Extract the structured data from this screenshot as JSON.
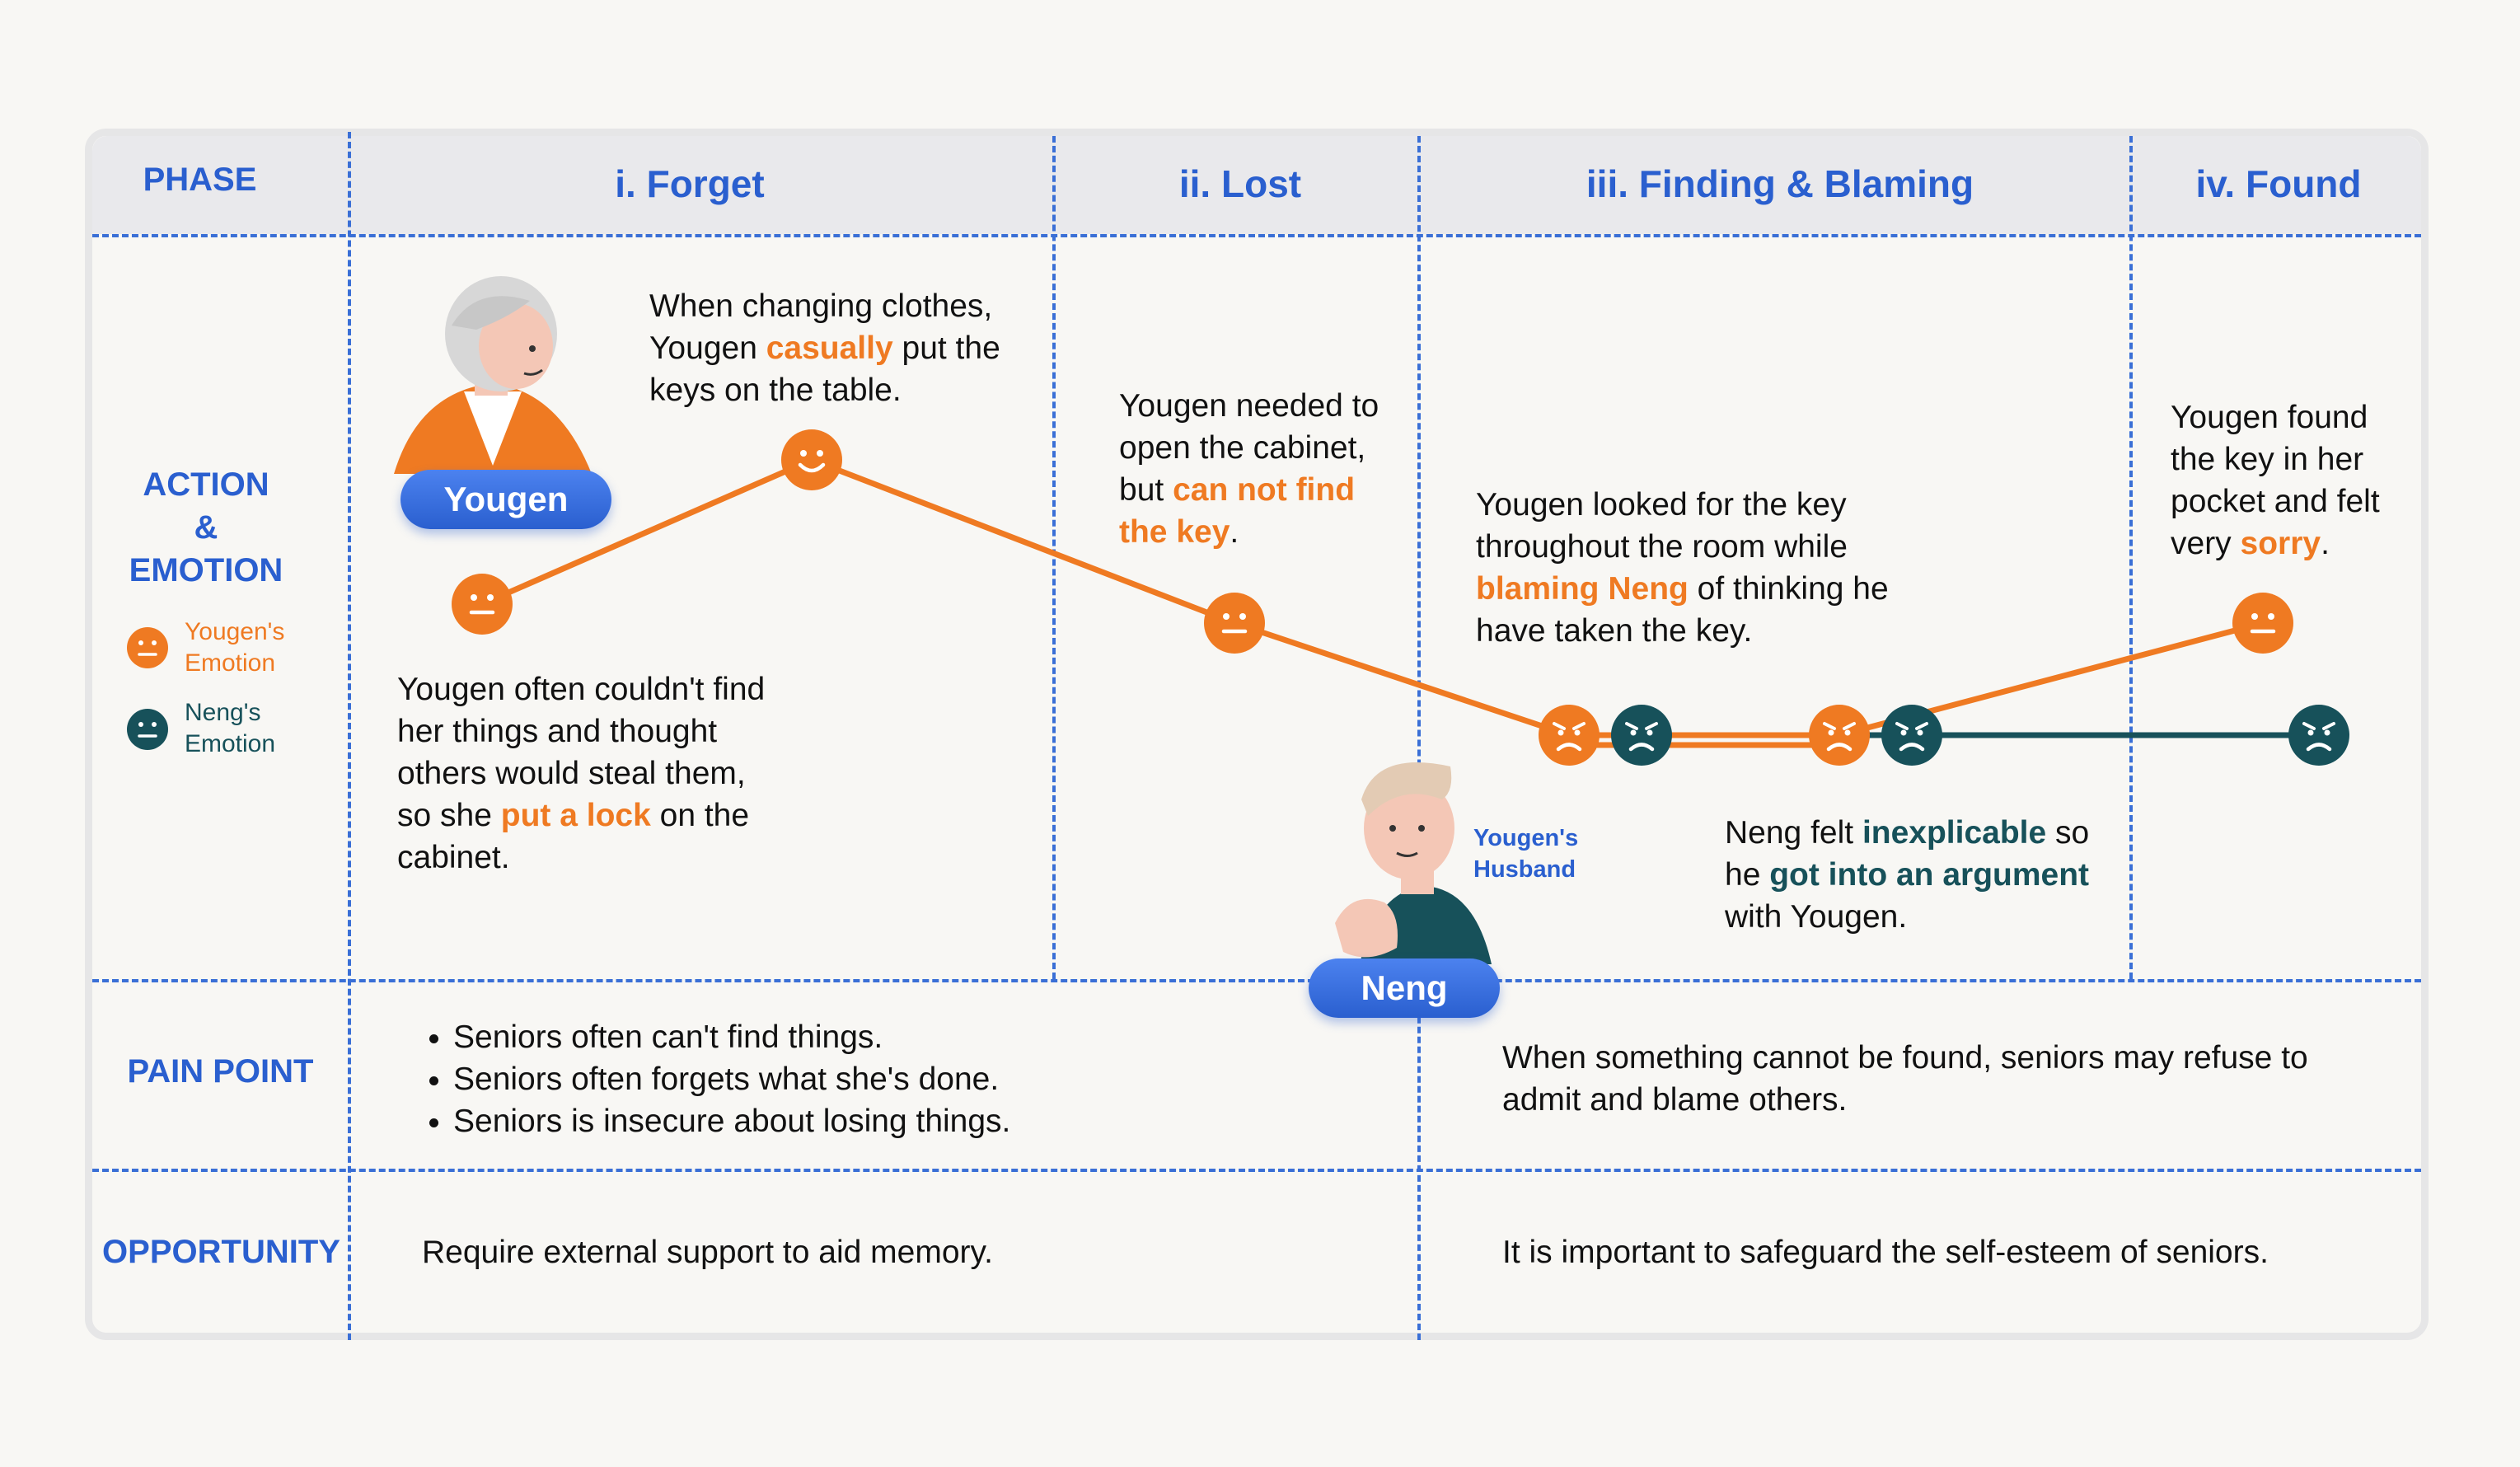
{
  "header": {
    "phase_label": "PHASE",
    "phases": [
      "i. Forget",
      "ii. Lost",
      "iii. Finding & Blaming",
      "iv. Found"
    ]
  },
  "rows": {
    "action_label_1": "ACTION",
    "action_label_2": "&",
    "action_label_3": "EMOTION",
    "pain_label": "PAIN POINT",
    "opportunity_label": "OPPORTUNITY"
  },
  "legend": {
    "yougen": "Yougen's Emotion",
    "neng": "Neng's Emotion",
    "yougen_color": "#ef7a22",
    "neng_color": "#17515a"
  },
  "characters": {
    "yougen_tag": "Yougen",
    "neng_tag": "Neng",
    "husband_line1": "Yougen's",
    "husband_line2": "Husband"
  },
  "actions": {
    "forget_top": {
      "pre": "When changing clothes, Yougen ",
      "hl": "casually",
      "post": " put the keys on the table."
    },
    "forget_bottom": {
      "pre": "Yougen often couldn't find her things and thought others would steal them, so she ",
      "hl": "put a lock",
      "post": " on the cabinet."
    },
    "lost": {
      "pre": "Yougen needed to open the cabinet, but ",
      "hl": "can not find the key",
      "post": "."
    },
    "finding": {
      "pre": "Yougen looked for the key throughout the room while ",
      "hl": "blaming Neng",
      "post": " of thinking he have taken the key."
    },
    "neng": {
      "p1": "Neng felt ",
      "h1": "inexplicable",
      "p2": " so he ",
      "h2": "got into an argument",
      "p3": " with Yougen."
    },
    "found": {
      "pre": "Yougen found the key in her pocket and felt very ",
      "hl": "sorry",
      "post": "."
    }
  },
  "pain_points": {
    "left": [
      "Seniors often can't find things.",
      "Seniors often forgets what she's done.",
      "Seniors is insecure about losing things."
    ],
    "right": "When something cannot be found, seniors may refuse to admit and blame others."
  },
  "opportunities": {
    "left": "Require external support to aid memory.",
    "right": "It is important to safeguard the self-esteem of seniors."
  },
  "emotions": {
    "yougen": [
      "neutral",
      "happy",
      "neutral",
      "angry",
      "angry",
      "neutral"
    ],
    "neng": [
      "angry",
      "angry",
      "angry"
    ]
  }
}
